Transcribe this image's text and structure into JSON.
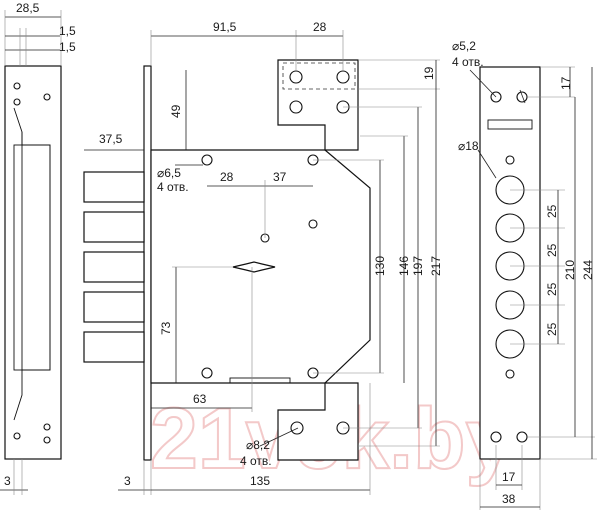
{
  "watermark": "21vek.by",
  "colors": {
    "line": "#111111",
    "watermark": "#f3c9c9",
    "background": "#ffffff"
  },
  "dimensions": {
    "d28_5": "28,5",
    "d1_5a": "1,5",
    "d1_5b": "1,5",
    "d3_left": "3",
    "d91_5": "91,5",
    "d28_top": "28",
    "d19": "19",
    "d49": "49",
    "d37_5": "37,5",
    "d6_5": "6,5",
    "d6_5_holes": "4 отв.",
    "d28_mid": "28",
    "d37": "37",
    "d130": "130",
    "d146": "146",
    "d197": "197",
    "d217": "217",
    "d73": "73",
    "d63": "63",
    "d3_mid": "3",
    "d135": "135",
    "d8_2": "8,2",
    "d8_2_holes": "4 отв.",
    "d5_2": "5,2",
    "d5_2_holes": "4 отв.",
    "d17_top": "17",
    "d18": "18",
    "d25a": "25",
    "d25b": "25",
    "d25c": "25",
    "d25d": "25",
    "d210": "210",
    "d244": "244",
    "d17_bottom": "17",
    "d38": "38"
  }
}
